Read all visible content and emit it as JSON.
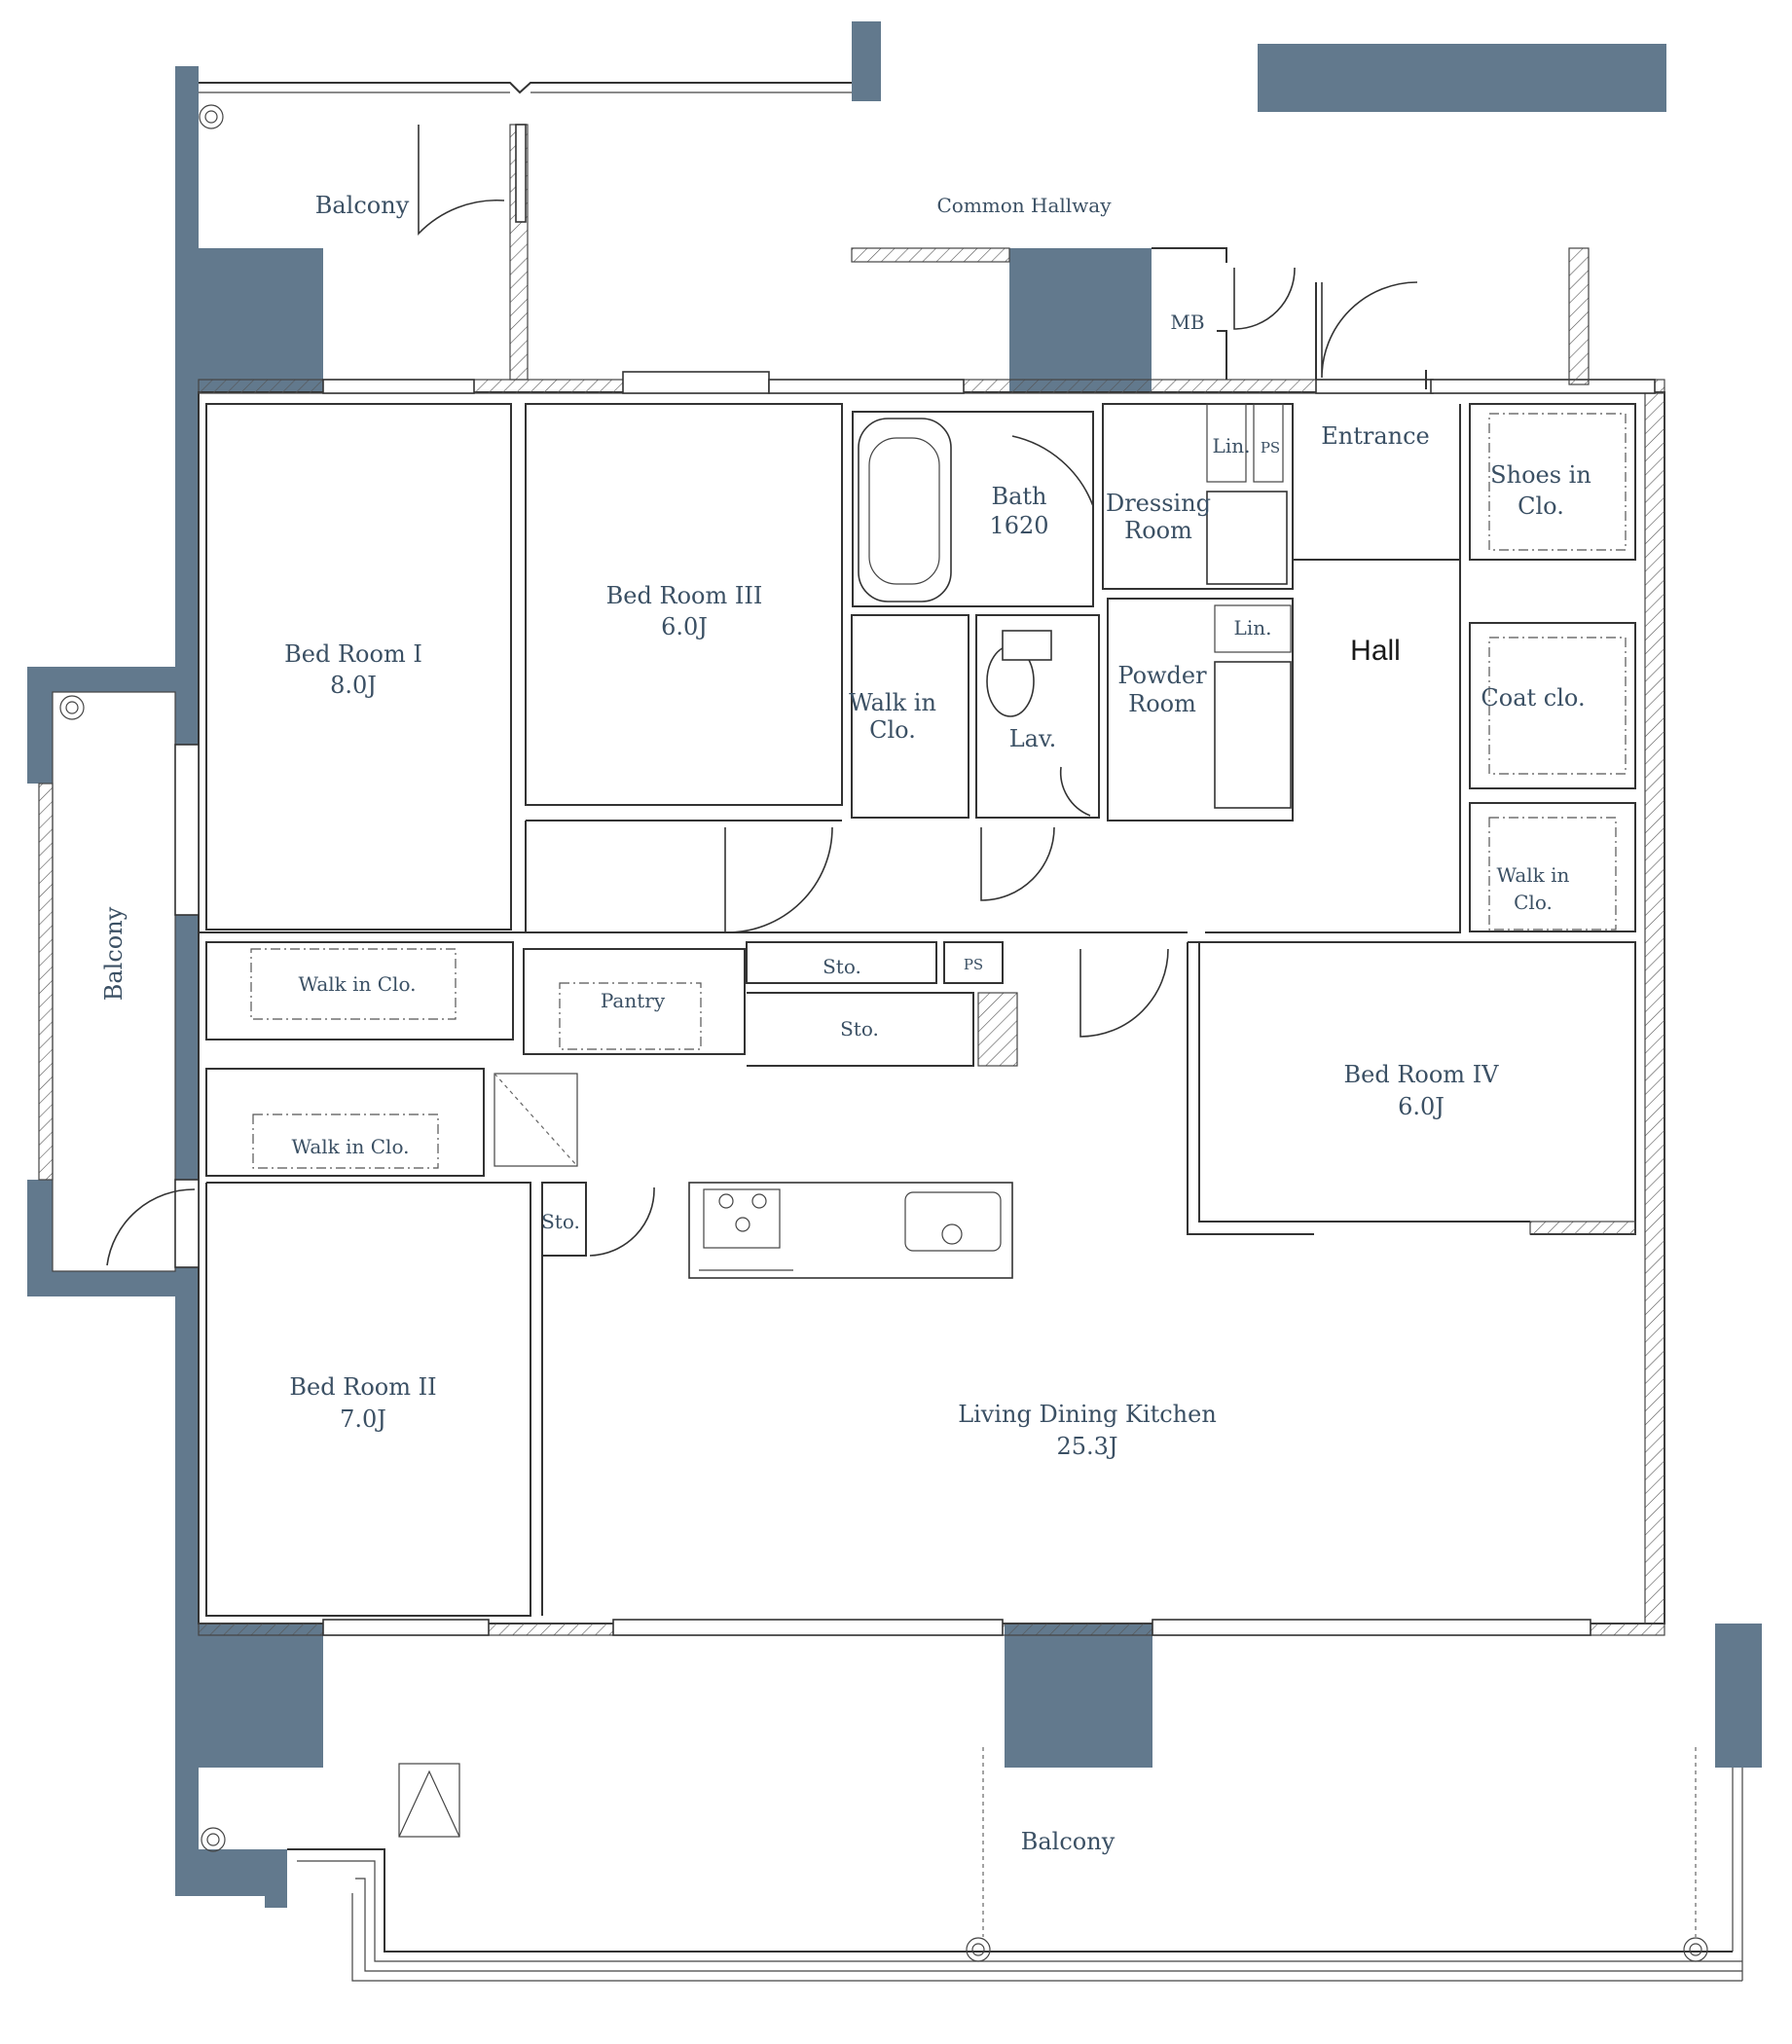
{
  "rooms": {
    "balcony_north": "Balcony",
    "common_hallway": "Common Hallway",
    "mb": "MB",
    "entrance": "Entrance",
    "lin_1": "Lin.",
    "ps_1": "PS",
    "bath_name": "Bath",
    "bath_size": "1620",
    "dressing_1": "Dressing",
    "dressing_2": "Room",
    "shoes_1": "Shoes in",
    "shoes_2": "Clo.",
    "bedroom1_name": "Bed Room I",
    "bedroom1_size": "8.0J",
    "bedroom3_name": "Bed Room III",
    "bedroom3_size": "6.0J",
    "lin_2": "Lin.",
    "hall": "Hall",
    "wic_center_1": "Walk in",
    "wic_center_2": "Clo.",
    "lav": "Lav.",
    "powder_1": "Powder",
    "powder_2": "Room",
    "coat_clo": "Coat clo.",
    "balcony_west": "Balcony",
    "wic_right_1": "Walk in",
    "wic_right_2": "Clo.",
    "wic_left_1": "Walk in Clo.",
    "pantry": "Pantry",
    "sto_1": "Sto.",
    "ps_2": "PS",
    "sto_2": "Sto.",
    "bedroom4_name": "Bed Room IV",
    "bedroom4_size": "6.0J",
    "wic_left_2": "Walk in Clo.",
    "sto_3": "Sto.",
    "bedroom2_name": "Bed Room II",
    "bedroom2_size": "7.0J",
    "ldk_name": "Living Dining Kitchen",
    "ldk_size": "25.3J",
    "balcony_south": "Balcony"
  },
  "colors": {
    "structure": "#62798d",
    "label": "#3b5064",
    "line": "#333333"
  }
}
